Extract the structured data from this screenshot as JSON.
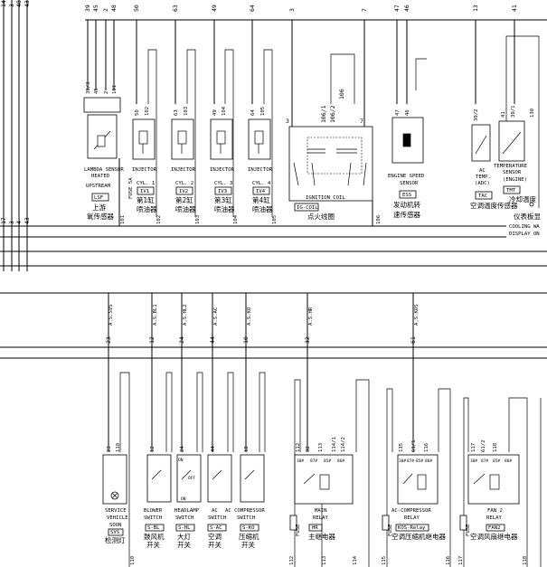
{
  "top_wires": {
    "left": [
      "14",
      "3",
      "48",
      "43"
    ],
    "main": [
      {
        "label": "39",
        "id": "w39"
      },
      {
        "label": "45",
        "id": "w45"
      },
      {
        "label": "2",
        "id": "w2"
      },
      {
        "label": "48",
        "id": "w48"
      },
      {
        "label": "50",
        "id": "w50"
      },
      {
        "label": "63",
        "id": "w63"
      },
      {
        "label": "49",
        "id": "w49"
      },
      {
        "label": "64",
        "id": "w64"
      },
      {
        "label": "3",
        "id": "w3"
      },
      {
        "label": "7",
        "id": "w7"
      },
      {
        "label": "47",
        "id": "w47"
      },
      {
        "label": "46",
        "id": "w46"
      },
      {
        "label": "13",
        "id": "w13"
      },
      {
        "label": "41",
        "id": "w41"
      }
    ]
  },
  "components_top": {
    "lambda": {
      "pins": [
        "39/3",
        "45",
        "2",
        "101"
      ],
      "name": [
        "LAMBDA SENSOR",
        "HEATED",
        "UPSTREAM"
      ],
      "code": "LSF",
      "cn": [
        "上游",
        "氧传感器"
      ],
      "bottom": "101"
    },
    "fuse5a": {
      "label": "FUSE 5A"
    },
    "injectors": [
      {
        "pins": [
          "50",
          "102"
        ],
        "type": "INJECTOR",
        "name": "CYL. 1",
        "code": "IV1",
        "cn": [
          "第1缸",
          "喷油器"
        ],
        "bottom": "102"
      },
      {
        "pins": [
          "63",
          "103"
        ],
        "type": "INJECTOR",
        "name": "CYL. 2",
        "code": "IV2",
        "cn": [
          "第2缸",
          "喷油器"
        ],
        "bottom": "103"
      },
      {
        "pins": [
          "49",
          "104"
        ],
        "type": "INJECTOR",
        "name": "CYL. 3",
        "code": "IV3",
        "cn": [
          "第3缸",
          "喷油器"
        ],
        "bottom": "104"
      },
      {
        "pins": [
          "64",
          "105"
        ],
        "type": "INJECTOR",
        "name": "CYL. 4",
        "code": "IV4",
        "cn": [
          "第4缸",
          "喷油器"
        ],
        "bottom": "105"
      }
    ],
    "ignition": {
      "pins": [
        "3",
        "106/1",
        "106/2",
        "106",
        "7"
      ],
      "name": "IGNITION COIL",
      "code": "IG-COIL",
      "cn": "点火线圈",
      "bottom": "106"
    },
    "engine_speed": {
      "pins": [
        "47",
        "46"
      ],
      "name": [
        "ENGINE SPEED",
        "SENSOR"
      ],
      "code": "ESS",
      "cn": [
        "发动机转",
        "速传感器"
      ]
    },
    "ac_temp": {
      "pins": [
        "39/2",
        "13"
      ],
      "name": [
        "AC",
        "TEMP.",
        "(ADC)"
      ],
      "code": "TAC",
      "cn": "空调温度传感器"
    },
    "temp_sensor": {
      "pins": [
        "41",
        "39/1",
        "130"
      ],
      "name": [
        "TEMPERATURE",
        "SENSOR",
        "(ENGINE)"
      ],
      "code": "TMT",
      "cn": "冷却温度",
      "ext": [
        "仪表板显",
        "COOLING WA",
        "DISPLAY ON"
      ]
    }
  },
  "mid_left": [
    "17",
    "3",
    "4",
    "43"
  ],
  "bottom_wires": [
    {
      "num": "23",
      "sig": "A.S.SVS"
    },
    {
      "num": "12",
      "sig": "A.S.BL1"
    },
    {
      "num": "24",
      "sig": "A.S.HL2"
    },
    {
      "num": "44",
      "sig": "A.S.AC"
    },
    {
      "num": "10",
      "sig": "A.S.KO"
    },
    {
      "num": "32",
      "sig": "A.S.HR"
    },
    {
      "num": "61",
      "sig": "A.S.KOS"
    }
  ],
  "components_bottom": {
    "svs": {
      "pins": [
        "23",
        "110"
      ],
      "name": [
        "SERVICE",
        "VEHICLE",
        "SOON"
      ],
      "code": "SVS",
      "cn": "检测灯",
      "bottom": "110"
    },
    "blower": {
      "pins": [
        "12"
      ],
      "name": [
        "BLOWER",
        "SWITCH"
      ],
      "code": "S-BL",
      "cn": [
        "鼓风机",
        "开关"
      ]
    },
    "headlamp": {
      "pins": [
        "24"
      ],
      "name": [
        "HEADLAMP",
        "SWITCH"
      ],
      "code": "S-HL",
      "cn": [
        "大灯",
        "开关"
      ],
      "pinlabels": [
        "ON",
        "OFF",
        "ON"
      ]
    },
    "ac_switch": {
      "pins": [
        "44"
      ],
      "name": [
        "AC",
        "SWITCH"
      ],
      "code": "S-AC",
      "cn": [
        "空调",
        "开关"
      ]
    },
    "compressor": {
      "pins": [
        "10"
      ],
      "name": [
        "AC COMPRESSOR",
        "SWITCH"
      ],
      "code": "S-KO",
      "cn": [
        "压缩机",
        "开关"
      ]
    },
    "main_relay": {
      "pins": [
        "112",
        "32",
        "113",
        "114/1",
        "114/2"
      ],
      "name": [
        "MAIN",
        "RELAY"
      ],
      "code": "HR",
      "cn": "主继电器",
      "bottom": [
        "112",
        "113",
        "114"
      ],
      "fuse": "FUSE"
    },
    "ac_relay": {
      "pins": [
        "115",
        "61/1",
        "116"
      ],
      "name": [
        "AC-COMPRESSOR",
        "RELAY"
      ],
      "code": "KOS-Relay",
      "cn": "空调压缩机继电器",
      "bottom": [
        "115",
        "116"
      ],
      "fuse": "FUSE"
    },
    "fan_relay": {
      "pins": [
        "117",
        "61/2",
        "118"
      ],
      "name": [
        "FAN 2",
        "RELAY"
      ],
      "code": "FAN2",
      "cn": "空调风扇继电器",
      "bottom": [
        "117",
        "118"
      ],
      "fuse": "FUSE"
    },
    "relay_pins": [
      "30#",
      "87#",
      "85#",
      "86#"
    ]
  }
}
